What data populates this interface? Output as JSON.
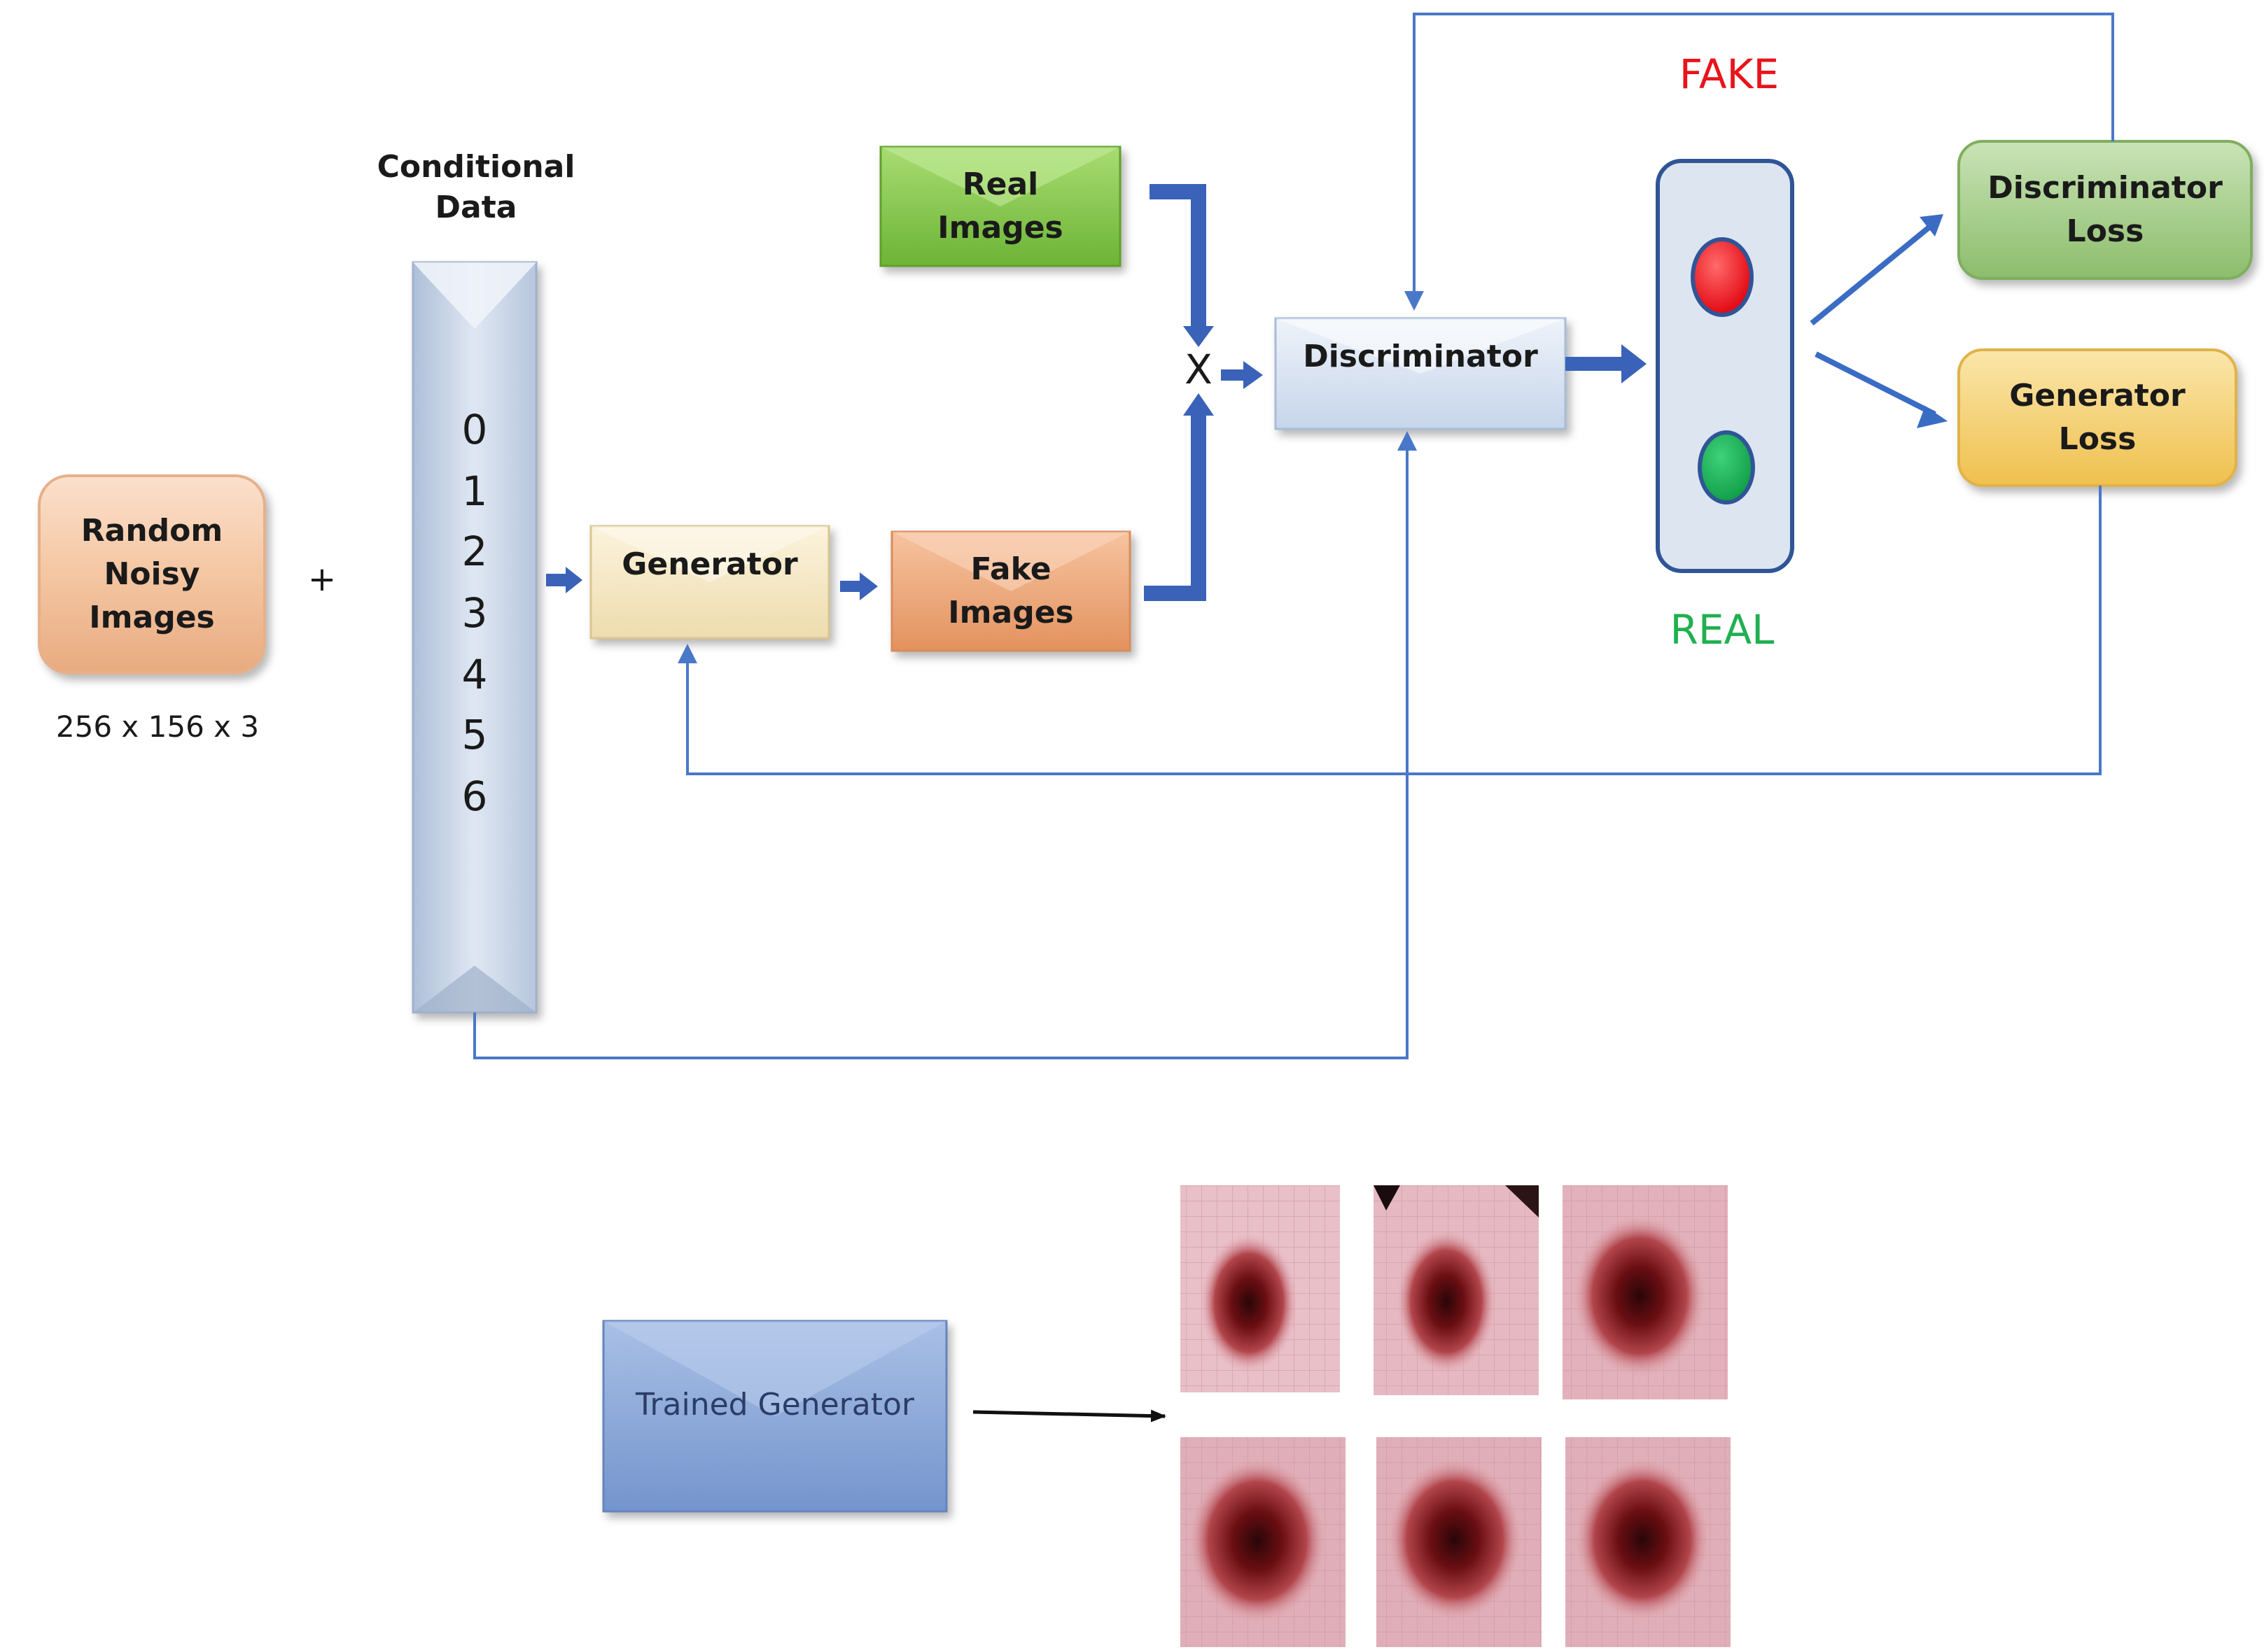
{
  "nodes": {
    "random_noisy_images": "Random\nNoisy\nImages",
    "image_size": "256 x 156 x 3",
    "plus_sign": "+",
    "conditional_data": "Conditional\nData",
    "class_labels": [
      "0",
      "1",
      "2",
      "3",
      "4",
      "5",
      "6"
    ],
    "generator": "Generator",
    "fake_images": "Fake\nImages",
    "real_images": "Real\nImages",
    "combine_symbol": "X",
    "discriminator": "Discriminator",
    "fake_label": "FAKE",
    "real_label": "REAL",
    "discriminator_loss": "Discriminator\nLoss",
    "generator_loss": "Generator\nLoss",
    "trained_generator": "Trained Generator"
  },
  "colors": {
    "arrow_blue": "#3a62b8",
    "feedback_line": "#4a78c8",
    "fake_red": "#e8141c",
    "real_green": "#20b050",
    "random_box": "#f4c6a2",
    "conditional_bar": "#c9d6ea",
    "generator_box": "#f7ecc8",
    "fake_box": "#eda77a",
    "real_box": "#86c94a",
    "discriminator_box": "#d6e3f2",
    "disc_loss_box": "#a9cf8d",
    "gen_loss_box": "#f7d47a",
    "trained_gen_box": "#8eaadb"
  },
  "output_samples": {
    "count": 6,
    "layout": "2 rows x 3 columns"
  }
}
